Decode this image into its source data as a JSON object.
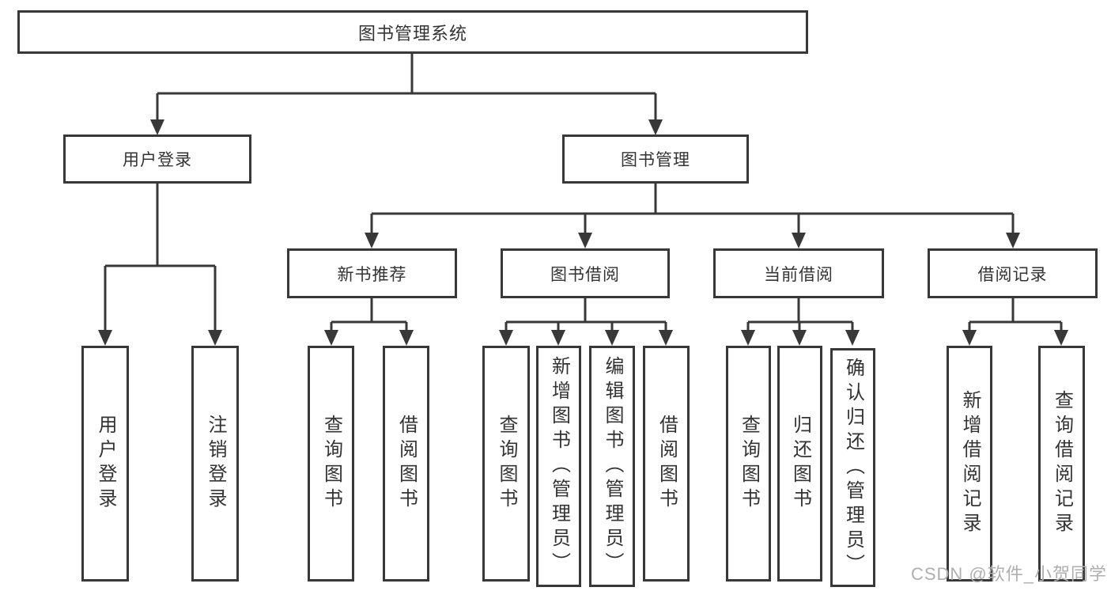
{
  "diagram_type": "hierarchy-tree",
  "tree": {
    "root": {
      "label": "图书管理系统",
      "children": [
        {
          "label": "用户登录",
          "children": [
            {
              "label": "用户登录"
            },
            {
              "label": "注销登录"
            }
          ]
        },
        {
          "label": "图书管理",
          "children": [
            {
              "label": "新书推荐",
              "children": [
                {
                  "label": "查询图书"
                },
                {
                  "label": "借阅图书"
                }
              ]
            },
            {
              "label": "图书借阅",
              "children": [
                {
                  "label": "查询图书"
                },
                {
                  "label": "新增图书（管理员）"
                },
                {
                  "label": "编辑图书（管理员）"
                },
                {
                  "label": "借阅图书"
                }
              ]
            },
            {
              "label": "当前借阅",
              "children": [
                {
                  "label": "查询图书"
                },
                {
                  "label": "归还图书"
                },
                {
                  "label": "确认归还（管理员）"
                }
              ]
            },
            {
              "label": "借阅记录",
              "children": [
                {
                  "label": "新增借阅记录"
                },
                {
                  "label": "查询借阅记录"
                }
              ]
            }
          ]
        }
      ]
    }
  },
  "watermark": "CSDN @软件_小贺同学",
  "colors": {
    "line": "#383838",
    "box_border": "#383838",
    "box_fill": "#ffffff",
    "text": "#333333",
    "background": "#ffffff",
    "watermark": "#b0aeae"
  }
}
